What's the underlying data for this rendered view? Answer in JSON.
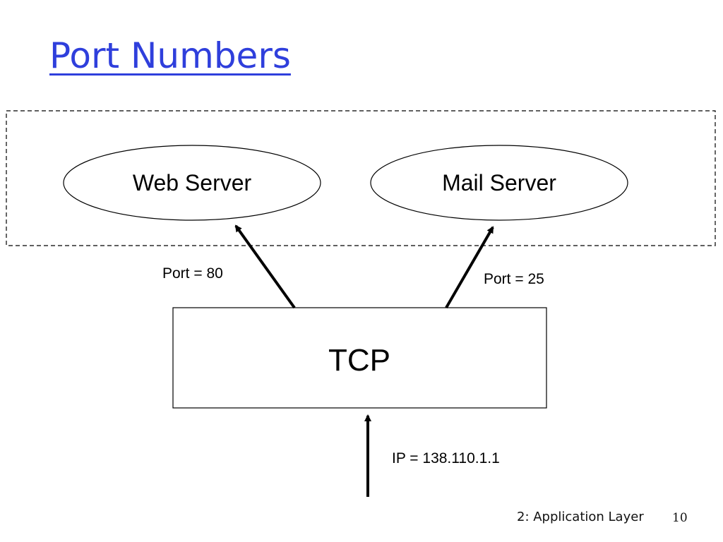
{
  "slide": {
    "title": "Port Numbers",
    "footer_label": "2: Application Layer",
    "page_number": "10"
  },
  "diagram": {
    "web_server_label": "Web Server",
    "mail_server_label": "Mail Server",
    "tcp_label": "TCP",
    "web_port_label": "Port = 80",
    "mail_port_label": "Port = 25",
    "ip_label": "IP = 138.110.1.1"
  }
}
